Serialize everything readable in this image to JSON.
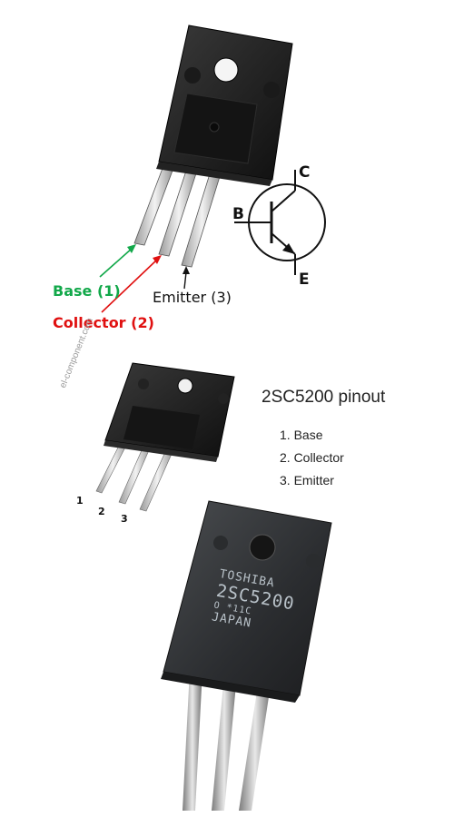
{
  "pin_labels": {
    "base": "Base (1)",
    "collector": "Collector (2)",
    "emitter": "Emitter (3)",
    "colors": {
      "base": "#12a84a",
      "collector": "#e01010",
      "emitter": "#111111"
    }
  },
  "symbol": {
    "collector": "C",
    "base": "B",
    "emitter": "E"
  },
  "pinout": {
    "title": "2SC5200 pinout",
    "items": [
      "1. Base",
      "2. Collector",
      "3. Emitter"
    ],
    "pin_numbers": [
      "1",
      "2",
      "3"
    ],
    "watermark": "el-component.com"
  },
  "photo_marking": {
    "line1": "TOSHIBA",
    "line2": "2SC5200",
    "line3": "O  *11C",
    "line4": "JAPAN"
  }
}
